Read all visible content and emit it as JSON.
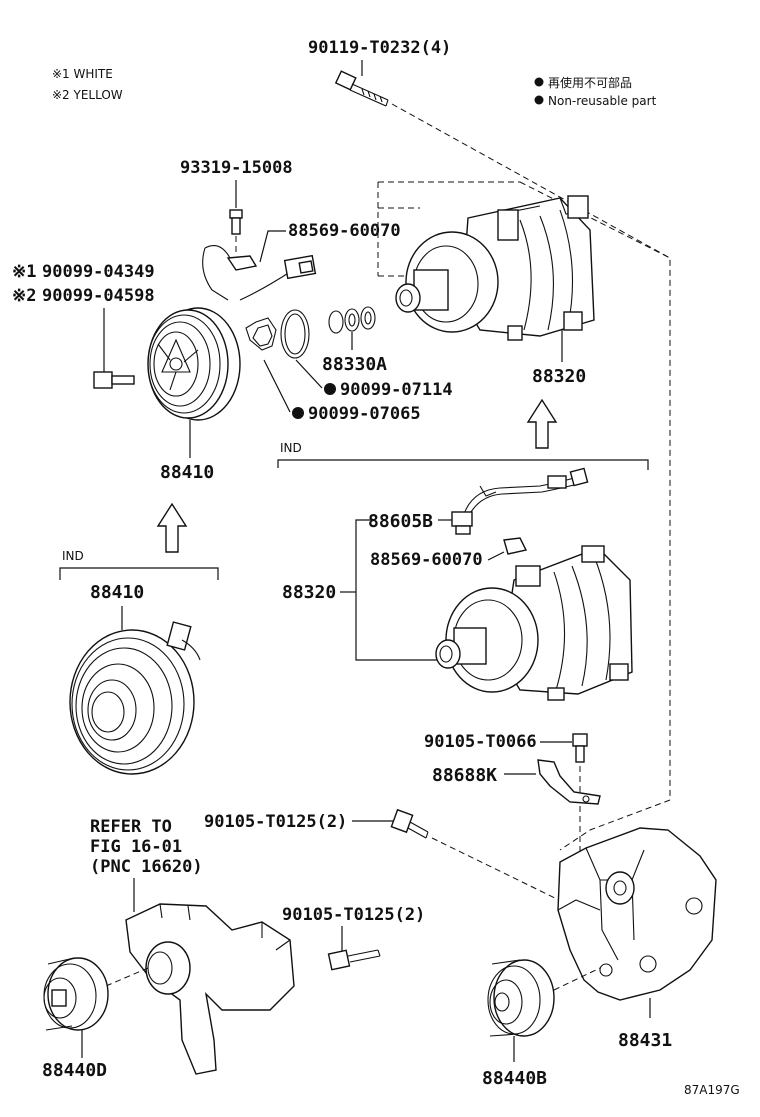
{
  "notes": {
    "white": "※1 WHITE",
    "yellow": "※2 YELLOW",
    "nonreusable_jp": "再使用不可部品",
    "nonreusable_en": "Non-reusable part"
  },
  "labels": {
    "bolt_top": "90119-T0232(4)",
    "screw": "93319-15008",
    "clip_a": "88569-60070",
    "bolt_white_prefix": "※1",
    "bolt_white": "90099-04349",
    "bolt_yellow_prefix": "※2",
    "bolt_yellow": "90099-04598",
    "shims": "88330A",
    "snap_ring_1": "90099-07114",
    "snap_ring_2": "90099-07065",
    "clutch_top": "88410",
    "compressor_top": "88320",
    "ind_right": "IND",
    "harness": "88605B",
    "clip_b": "88569-60070",
    "compressor_mid": "88320",
    "ind_left": "IND",
    "clutch_bottom": "88410",
    "bolt_bracket": "90105-T0066",
    "bracket_k": "88688K",
    "bolt_mid": "90105-T0125(2)",
    "refer_1": "REFER TO",
    "refer_2": "FIG 16-01",
    "refer_3": "(PNC 16620)",
    "bolt_low": "90105-T0125(2)",
    "idler_d": "88440D",
    "idler_b": "88440B",
    "bracket": "88431",
    "figure_code": "87A197G"
  }
}
